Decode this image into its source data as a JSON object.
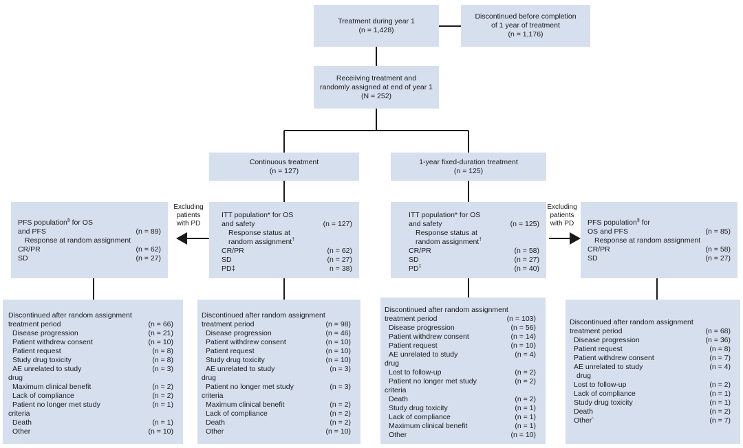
{
  "top": {
    "treatment": {
      "line1": "Treatment during year 1",
      "line2": "(n = 1,428)"
    },
    "discontinued": {
      "line1": "Discontinued before completion",
      "line2": "of 1 year of treatment",
      "line3": "(n = 1,176)"
    },
    "randomized": {
      "line1": "Receiiving treatment and",
      "line2": "randomly assigned at end of year 1",
      "line3": "(N = 252)"
    }
  },
  "arms": {
    "continuous": {
      "line1": "Continuous treatment",
      "line2": "(n = 127)"
    },
    "fixed": {
      "line1": "1-year fixed-duration treatment",
      "line2": "(n = 125)"
    }
  },
  "excluding_label": {
    "line1": "Excluding",
    "line2": "patients",
    "line3": "with PD"
  },
  "pfs_left": {
    "title_a": "PFS population",
    "sup": "§",
    "title_b": " for OS",
    "title_c": "and PFS",
    "title_n": "(n = 89)",
    "response_label": "Response at random assignment",
    "rows": [
      {
        "label": "CR/PR",
        "n": "(n = 62)"
      },
      {
        "label": "SD",
        "n": "(n = 27)"
      }
    ]
  },
  "itt_left": {
    "title_a": "ITT population*  for OS",
    "title_b": "and safety",
    "title_n": "(n = 127)",
    "resp1": "Response status at",
    "resp2": "random assignment",
    "resp_sup": "†",
    "rows": [
      {
        "label": "CR/PR",
        "n": "(n = 62)"
      },
      {
        "label": "SD",
        "n": "(n = 27)"
      },
      {
        "label": "PD‡",
        "n": "n = 38)"
      }
    ]
  },
  "itt_right": {
    "title_a": "ITT population* for OS",
    "title_b": "and safety",
    "title_n": "(n = 125)",
    "resp1": "Response status at",
    "resp2": "random assignment",
    "resp_sup": "†",
    "rows": [
      {
        "label": "CR/PR",
        "n": "(n = 58)"
      },
      {
        "label": "SD",
        "n": "(n = 27)"
      },
      {
        "label": "PD",
        "sup": "‡",
        "n": "(n = 40)"
      }
    ]
  },
  "pfs_right": {
    "title_a": "PFS population",
    "sup": "§",
    "title_b": " for",
    "title_c": "OS and PFS",
    "title_n": "(n = 85)",
    "response_label": "Response at  random assignment",
    "rows": [
      {
        "label": "CR/PR",
        "n": "(n = 58)"
      },
      {
        "label": "SD",
        "n": "(n = 27)"
      }
    ]
  },
  "disc1": {
    "title1": "Discontinued after random assignment",
    "title2": "treatment period",
    "total": "(n = 66)",
    "rows": [
      {
        "label": "Disease progression",
        "n": "(n = 21)"
      },
      {
        "label": "Patient withdrew consent",
        "n": "(n = 10)"
      },
      {
        "label": "Patient request",
        "n": "(n = 8)"
      },
      {
        "label": "Study drug toxicity",
        "n": "(n = 8)"
      },
      {
        "label": "AE unrelated to study",
        "n": "(n = 3)"
      },
      {
        "label": "drug",
        "n": ""
      },
      {
        "label": "Maximum clinical benefit",
        "n": "(n = 2)"
      },
      {
        "label": "Lack of compliance",
        "n": "(n = 2)"
      },
      {
        "label": "Patient no longer met study",
        "n": "(n = 1)"
      },
      {
        "label": "criteria",
        "n": ""
      },
      {
        "label": "Death",
        "n": "(n = 1)"
      },
      {
        "label": "Other",
        "n": "(n = 10)"
      }
    ]
  },
  "disc2": {
    "title1": "Discontinued after random assignment",
    "title2": "treatment period",
    "total": "(n = 98)",
    "rows": [
      {
        "label": "Disease progression",
        "n": "(n = 46)"
      },
      {
        "label": "Patient withdrew consent",
        "n": "(n = 10)"
      },
      {
        "label": "Patient request",
        "n": "(n = 10)"
      },
      {
        "label": "Study drug toxicity",
        "n": "(n = 10)"
      },
      {
        "label": "AE unrelated to study",
        "n": "(n = 3)"
      },
      {
        "label": "drug",
        "n": ""
      },
      {
        "label": "Patient no longer met study",
        "n": "(n = 3)"
      },
      {
        "label": "criteria",
        "n": ""
      },
      {
        "label": "Maximum clinical benefit",
        "n": "(n = 2)"
      },
      {
        "label": "Lack of compliance",
        "n": "(n = 2)"
      },
      {
        "label": "Death",
        "n": "(n = 2)"
      },
      {
        "label": "Other",
        "n": "(n = 10)"
      }
    ]
  },
  "disc3": {
    "title1": "Discontinued after random assignment",
    "title2": "treatment period",
    "total": "(n = 103)",
    "rows": [
      {
        "label": "Disease progression",
        "n": "(n = 56)"
      },
      {
        "label": "Patient withdrew consent",
        "n": "(n = 14)"
      },
      {
        "label": "Patient request",
        "n": "(n = 10)"
      },
      {
        "label": "AE unrelated to study",
        "n": "(n = 4)"
      },
      {
        "label": "drug",
        "n": ""
      },
      {
        "label": "Lost to follow-up",
        "n": "(n = 2)"
      },
      {
        "label": "Patient no longer met study",
        "n": "(n = 2)"
      },
      {
        "label": "criteria",
        "n": ""
      },
      {
        "label": "Death",
        "n": "(n = 2)"
      },
      {
        "label": "Study drug toxicity",
        "n": "(n = 1)"
      },
      {
        "label": "Lack of compliance",
        "n": "(n = 1)"
      },
      {
        "label": "Maximum clinical benefit",
        "n": "(n = 1)"
      },
      {
        "label": "Other",
        "n": "(n = 10)"
      }
    ]
  },
  "disc4": {
    "title1": "Discontinued after random assignment",
    "title2": "treatment period",
    "total": "(n = 68)",
    "rows": [
      {
        "label": "Disease progression",
        "n": "(n = 36)"
      },
      {
        "label": "Patient request",
        "n": "(n = 8)"
      },
      {
        "label": "Patient withdrew consent",
        "n": "(n = 7)"
      },
      {
        "label": "AE unrelated to study",
        "n": "(n = 4)"
      },
      {
        "label": "drug",
        "n": ""
      },
      {
        "label": "Lost to follow-up",
        "n": "(n = 2)"
      },
      {
        "label": "Lack of compliance",
        "n": "(n = 1)"
      },
      {
        "label": "Study drug toxicity",
        "n": "(n = 1)"
      },
      {
        "label": "Death",
        "n": "(n = 2)"
      },
      {
        "label": "Other`",
        "n": "(n = 7)"
      }
    ]
  }
}
